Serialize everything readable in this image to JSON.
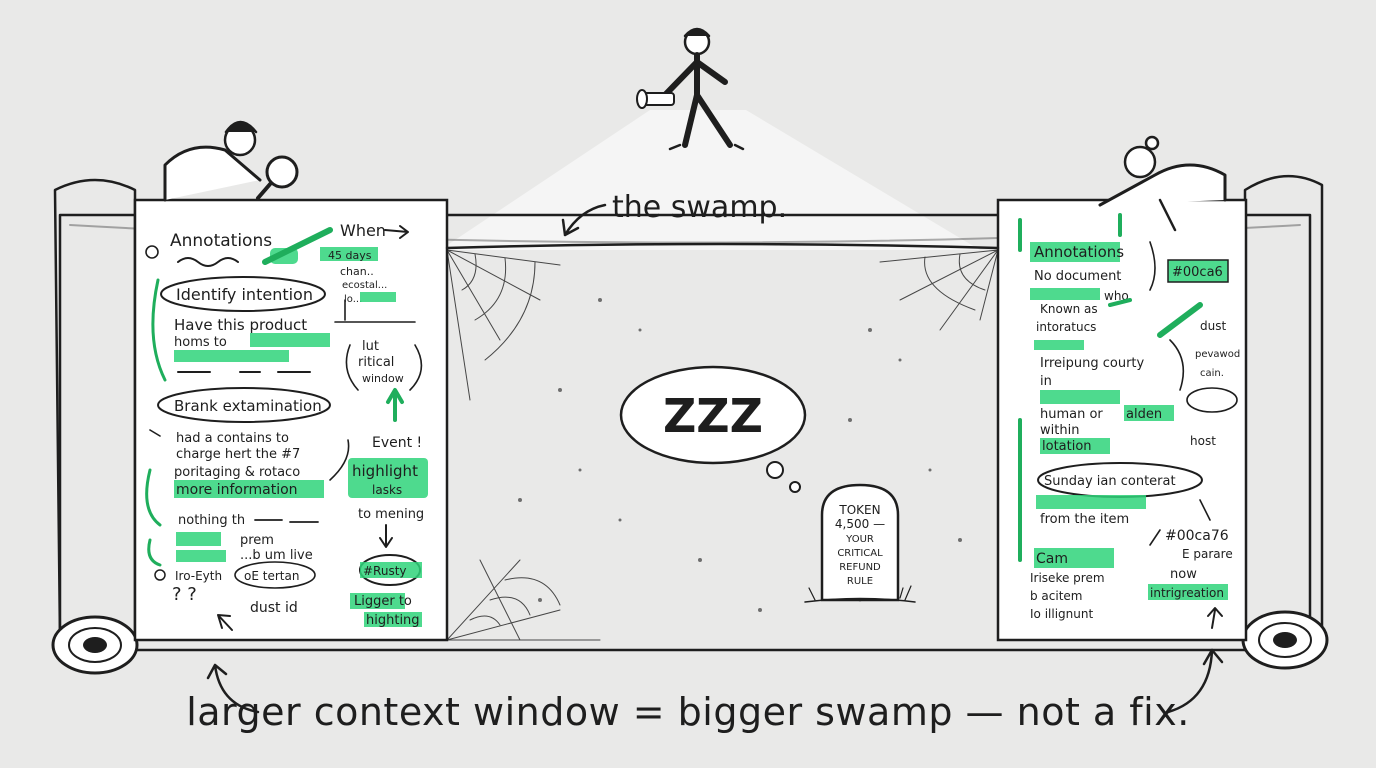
{
  "labels": {
    "swamp": "the swamp.",
    "sleep": "ZZZ",
    "caption": "larger context window = bigger swamp — not a fix."
  },
  "tombstone": [
    "TOKEN",
    "4,500 —",
    "YOUR",
    "CRITICAL",
    "REFUND",
    "RULE"
  ],
  "left_scroll": {
    "title": "Annotations",
    "when": "When",
    "note_top": [
      "45 days",
      "chan..",
      "ecostal...",
      "lo..."
    ],
    "lines": [
      "Identify intention",
      "Have this product",
      "homs to",
      "Brank extamination",
      "had a contains to",
      "charge hert the #7",
      "poritaging & rotaco",
      "more information",
      "nothing th",
      "prem",
      "...b um live",
      "Iro-Eyth",
      "oE tertan",
      "dust id"
    ],
    "side_notes": [
      "lut",
      "ritical",
      "window",
      "Event !",
      "highlight",
      "lasks",
      "to mening",
      "#Rusty",
      "Ligger to",
      "highting"
    ]
  },
  "right_scroll": {
    "title": "Annotations",
    "tag1": "#00ca6",
    "lines": [
      "No document",
      "who",
      "Known as",
      "intoratucs",
      "Irreipung courty",
      "in",
      "human or",
      "alden",
      "within",
      "lotation",
      "Sunday ian conterat",
      "from the item",
      "Cam",
      "Iriseke prem",
      "b acitem",
      "Io illignunt"
    ],
    "side_notes": [
      "dust",
      "pevawod",
      "cain.",
      "host",
      "#00ca76",
      "E parare",
      "now",
      "intrigreation"
    ]
  },
  "colors": {
    "highlight": "#2fd47a",
    "ink": "#1e1e1e",
    "paper": "#ffffff",
    "background": "#e9e9e8"
  },
  "icons": [
    "magnifying-glass-icon",
    "flashlight-icon",
    "spider-web-icon",
    "tombstone-icon",
    "thought-bubble-icon",
    "scroll-icon",
    "arrow-icon"
  ]
}
